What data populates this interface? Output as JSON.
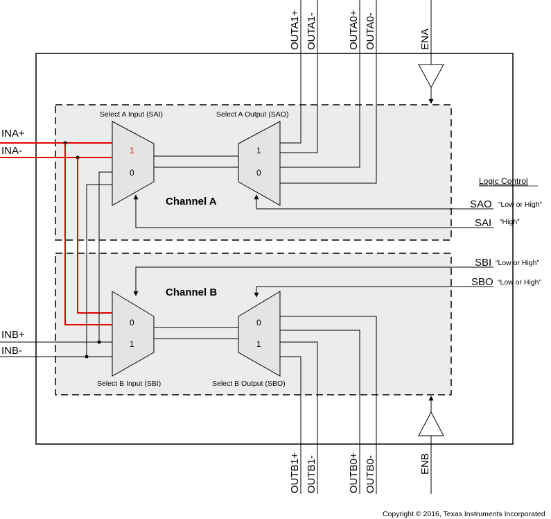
{
  "inputs": {
    "ina_pos": "INA+",
    "ina_neg": "INA-",
    "inb_pos": "INB+",
    "inb_neg": "INB-"
  },
  "outputs": {
    "outa1_pos": "OUTA1+",
    "outa1_neg": "OUTA1-",
    "outa0_pos": "OUTA0+",
    "outa0_neg": "OUTA0-",
    "outb1_pos": "OUTB1+",
    "outb1_neg": "OUTB1-",
    "outb0_pos": "OUTB0+",
    "outb0_neg": "OUTB0-"
  },
  "enables": {
    "ena": "ENA",
    "enb": "ENB"
  },
  "channel_a": {
    "title": "Channel A",
    "input_mux_caption": "Select A Input (SAI)",
    "output_mux_caption": "Select A Output (SAO)",
    "input_port_1": "1",
    "input_port_0": "0",
    "output_port_1": "1",
    "output_port_0": "0"
  },
  "channel_b": {
    "title": "Channel B",
    "input_mux_caption": "Select B Input (SBI)",
    "output_mux_caption": "Select B Output (SBO)",
    "input_port_0": "0",
    "input_port_1": "1",
    "output_port_0": "0",
    "output_port_1": "1"
  },
  "logic_control": {
    "title": "Logic Control",
    "signals": [
      {
        "name": "SAO",
        "state": "“Low or High”"
      },
      {
        "name": "SAI",
        "state": "“High”"
      },
      {
        "name": "SBI",
        "state": "“Low or High”"
      },
      {
        "name": "SBO",
        "state": "“Low or High”"
      }
    ]
  },
  "copyright": "Copyright © 2016, Texas Instruments Incorporated",
  "colors": {
    "active_path": "#e00000",
    "channel_fill": "#ececec",
    "mux_fill": "#e4e4e4",
    "line": "#000000"
  }
}
